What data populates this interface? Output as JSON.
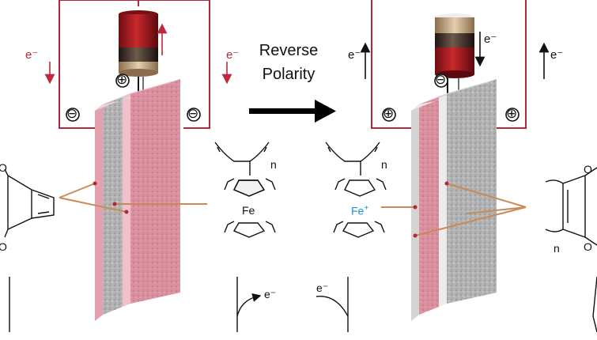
{
  "title": {
    "line1": "Reverse",
    "line2": "Polarity"
  },
  "left_cell": {
    "electron_left": "e⁻",
    "electron_right": "e⁻",
    "battery_terminal": "⊕",
    "electrode_left": "⊖",
    "electrode_right": "⊖"
  },
  "right_cell": {
    "electron_left": "e⁻",
    "electron_center": "e⁻",
    "electron_right": "e⁻",
    "battery_terminal": "⊖",
    "electrode_left": "⊕",
    "electrode_right": "⊕"
  },
  "chemistry": {
    "polymer_left_n": "n",
    "polymer_right_n": "n",
    "fe_neutral": "Fe",
    "fe_oxidized": "Fe",
    "fe_charge": "+",
    "quinone_n": "n",
    "quinone_o": "O",
    "electron_transfer_left": "e⁻",
    "electron_transfer_right": "e⁻"
  },
  "colors": {
    "wire": "#b3263a",
    "pink_layer": "#e1a1ad",
    "gray_layer": "#b5b5b5",
    "connector": "#c98a55",
    "fe_plus": "#1d92d0",
    "arrow": "#000000"
  }
}
